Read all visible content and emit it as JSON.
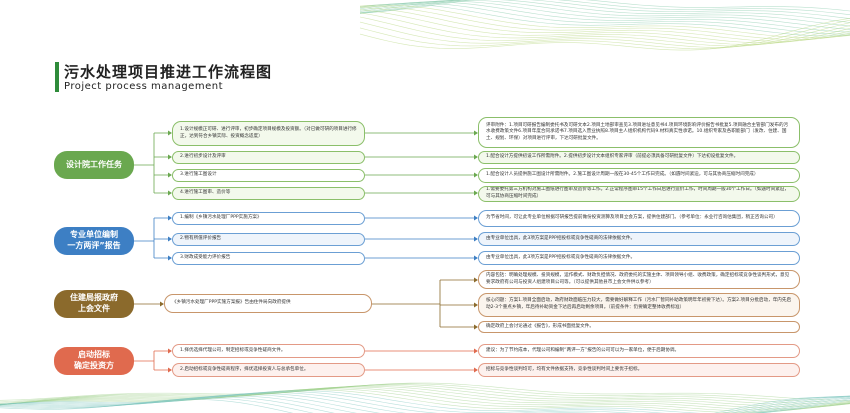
{
  "title": "污水处理项目推进工作流程图",
  "subtitle": "Project process management",
  "colors": {
    "green": "#6aa84f",
    "blue": "#3d7fc4",
    "brown": "#8b6a2c",
    "red": "#e06a4e"
  },
  "groups": [
    {
      "name": "设计院工作任务",
      "steps": [
        {
          "text": "1.设计规模正可研、进行评审，初步确定项目规模及投资额。（对已做可研的项目进行修正，达到符合乡镇实际、投资概念适度）",
          "detail": "评审附件：1.项目可研报告编制委托书及可研文本2.项目土地部审查见3.项目进址意见书4.项目环境影响评价报告书批复5.项目融合主管部门发布的污水收费政策文件6.项目年度合同承诺书7.项目选入营业执照8.项目主人组织机构代码9.材料真实性承诺。10.组织专家及各职能部门（发改、住建、国土、规划、环保）对项目进行评审，下达可研批复文件。"
        },
        {
          "text": "2.进行初步设计及评审",
          "detail": "1.配合设计方提供初设工作所需附件。2.提供初步设计文本组织专家评审（前提必须具备可研批复文件）下达初设批复文件。"
        },
        {
          "text": "3.进行施工图设计",
          "detail": "1.配合设计人员提供施工图设计所需附件。2.施工图设计周期一般在30-45个工作日完成。（如遇时间紧迫，可与其协商压缩时间完成）"
        },
        {
          "text": "4.进行施工图审、造价等",
          "detail": "1.需要委托第三方机构对施工图纸进行图审及造价等工作。2.正常程序图审15个工作日后进行造价工作，时间周期一般30个工作日。（如遇时间紧迫，可与其协商压缩时间完成）"
        }
      ]
    },
    {
      "name": "专业单位编制\n一方两评”报告",
      "steps": [
        {
          "text": "1.编制《乡镇污水处理厂PPP实施方案》",
          "detail": "为节省时间，可让此专业单位根据可研报告提前做份投资测算及项目立会方案，提供住建部门。（参考单位：永业行咨询估集团，稍正咨询公司）"
        },
        {
          "text": "2.物有所值评价报告",
          "detail": "由专业单位出具，此3项方案是PPP招投标或竞争性磋商的法律依据文件。"
        },
        {
          "text": "3.财政成受能力评价报告",
          "detail": "由专业单位出具，此3项方案是PPP招投标或竞争性磋商的法律依据文件。"
        }
      ]
    },
    {
      "name": "住建局报政府\n上会文件",
      "steps": [
        {
          "text": "《乡镇污水处理厂PPP实施方案报》告由住件局向政府提供"
        }
      ],
      "details": [
        "内容包括：明确处理规模、投资规模，运作模式、财政负担情况、政府委托的实施主体、项目领导小组、收费政策，确定招标或竞争性谈判形式，意见要求政府有公司与投资人组建项目公司等。（可以提供其他县市上会文件供以参考）",
        "核心问题：方案1.项目全面启动，政府财政面临压力较大，需要做好解释工作（污水厂暂同补助政策明年年初要下达）。方案2.项目分批启动，年内先启动2-3个重点乡镇，年后待补助资金下达后再启动剩余项目。（前提条件：仍要确定整体收费标准）",
        "确定政府上会讨论通过《报告》，形成书面批复文件。"
      ]
    },
    {
      "name": "启动招标\n确定投资方",
      "steps": [
        {
          "text": "1.择优选择代理公司，制定招标或竞争性磋商文件。",
          "detail": "建议：为了节约成本，代理公司和编制“两评一方”报告的公司可以为一家单位，便于后期协调。"
        },
        {
          "text": "2.启动招标或竞争性磋商程序，择优选择投资人与总承包单位。",
          "detail": "招标与竞争性谈判均可，均有文件依据支持，竞争性谈判时间上要优于招标。"
        }
      ]
    }
  ]
}
